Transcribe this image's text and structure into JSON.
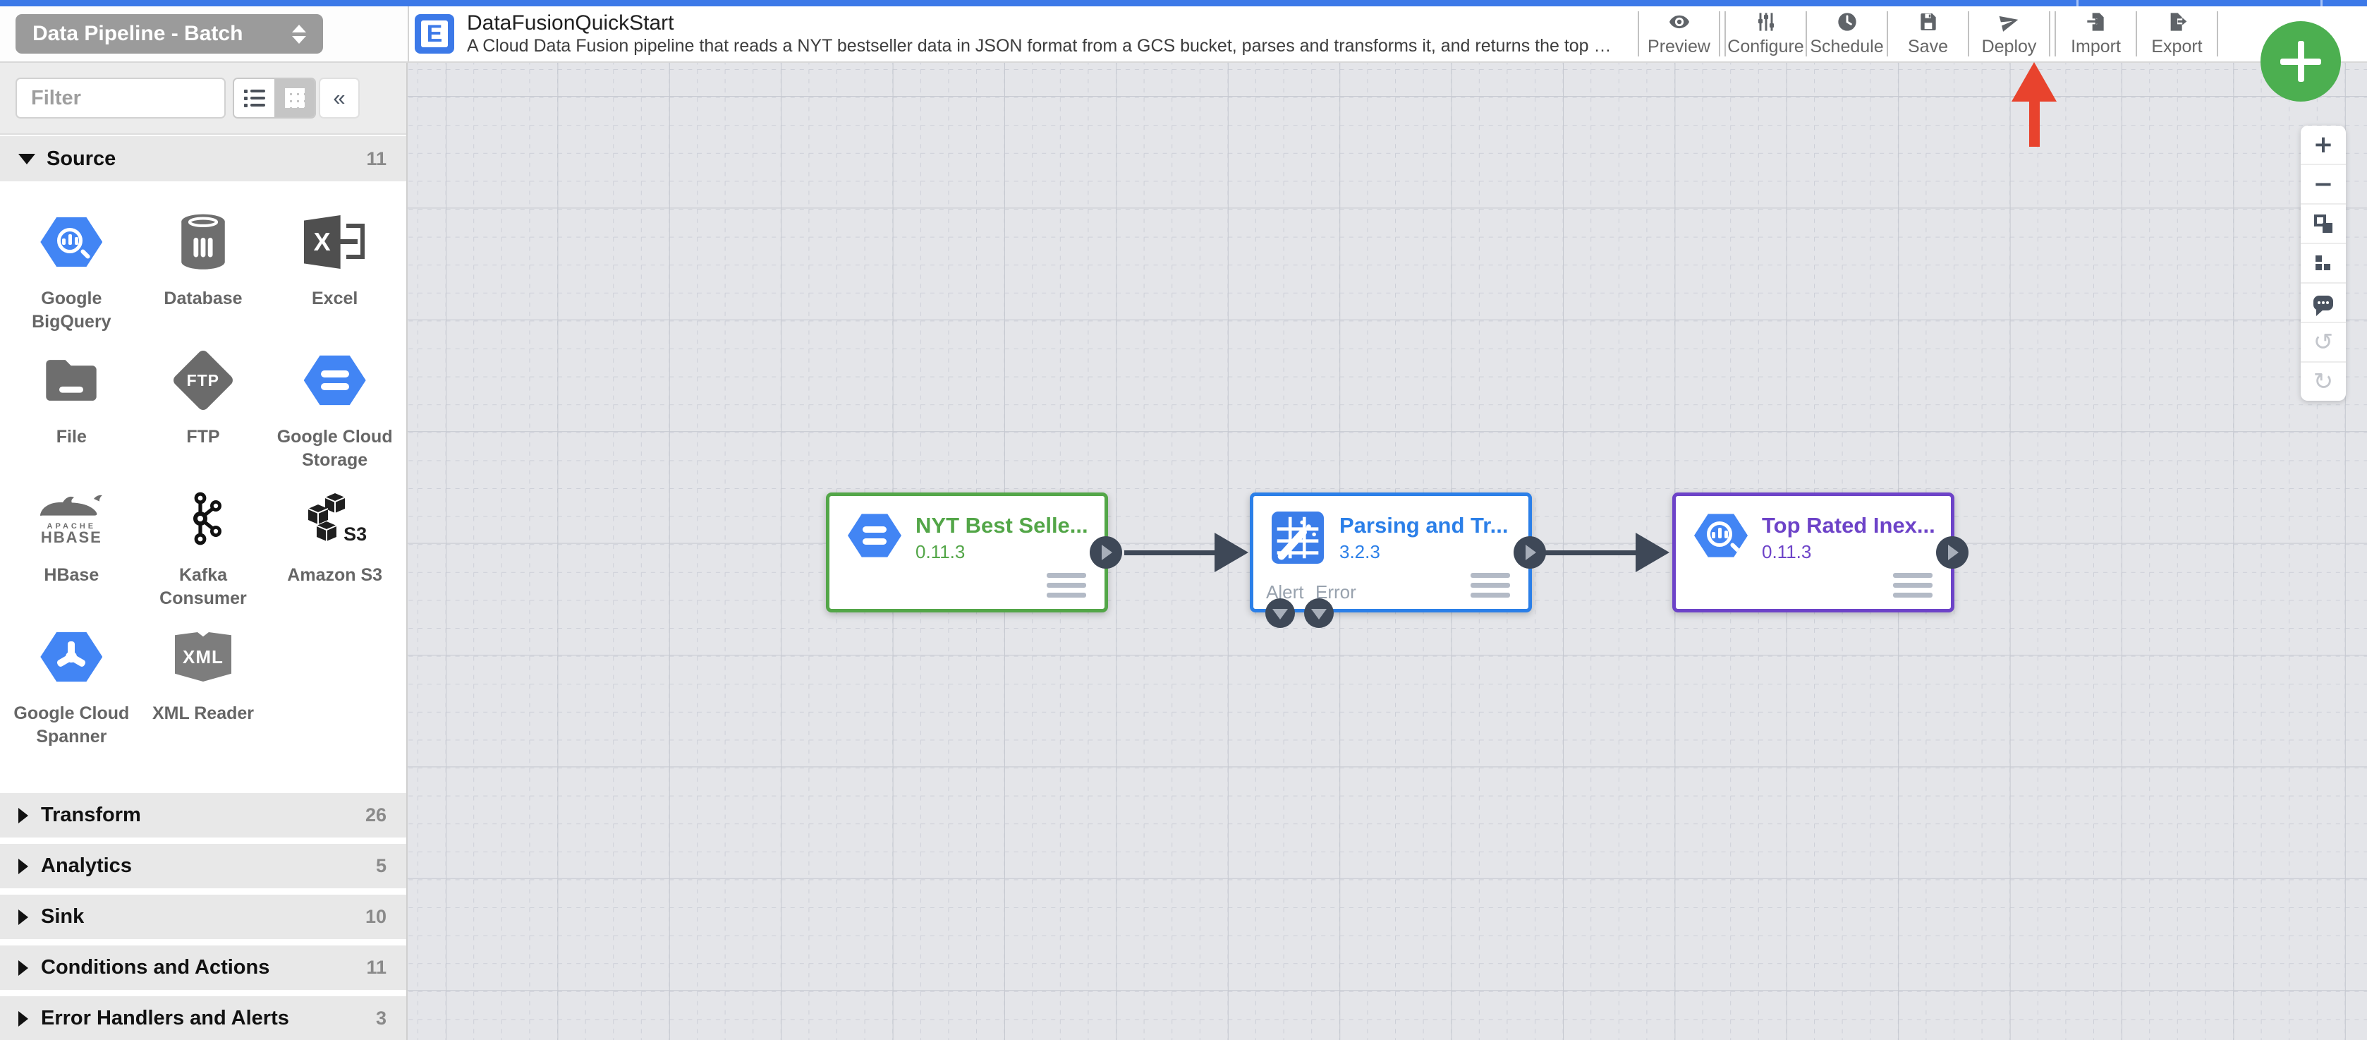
{
  "app": {
    "pipeline_type": "Data Pipeline - Batch",
    "title": "DataFusionQuickStart",
    "description": "A Cloud Data Fusion pipeline that reads a NYT bestseller data in JSON format from a GCS bucket, parses and transforms it, and returns the top rated book...",
    "accent_color": "#3c79e8"
  },
  "toolbar": {
    "buttons": [
      {
        "label": "Preview",
        "icon": "eye-icon"
      },
      {
        "label": "Configure",
        "icon": "sliders-icon"
      },
      {
        "label": "Schedule",
        "icon": "clock-icon"
      },
      {
        "label": "Save",
        "icon": "floppy-icon"
      },
      {
        "label": "Deploy",
        "icon": "paper-plane-icon"
      },
      {
        "label": "Import",
        "icon": "import-icon"
      },
      {
        "label": "Export",
        "icon": "export-icon"
      }
    ],
    "fab": {
      "icon": "plus-icon",
      "color": "#4caf50"
    }
  },
  "annotation": {
    "type": "red-arrow",
    "points_to": "Deploy",
    "color": "#e8432d"
  },
  "sidebar": {
    "filter": {
      "placeholder": "Filter"
    },
    "view_toggle": {
      "active": "grid"
    },
    "collapse_label": "«",
    "sections": [
      {
        "label": "Source",
        "count": "11",
        "expanded": true
      },
      {
        "label": "Transform",
        "count": "26",
        "expanded": false
      },
      {
        "label": "Analytics",
        "count": "5",
        "expanded": false
      },
      {
        "label": "Sink",
        "count": "10",
        "expanded": false
      },
      {
        "label": "Conditions and Actions",
        "count": "11",
        "expanded": false
      },
      {
        "label": "Error Handlers and Alerts",
        "count": "3",
        "expanded": false
      }
    ],
    "source_items": [
      {
        "label": "Google BigQuery",
        "icon": "bigquery-icon"
      },
      {
        "label": "Database",
        "icon": "database-icon"
      },
      {
        "label": "Excel",
        "icon": "excel-icon"
      },
      {
        "label": "File",
        "icon": "file-icon"
      },
      {
        "label": "FTP",
        "icon": "ftp-icon"
      },
      {
        "label": "Google Cloud Storage",
        "icon": "gcs-icon"
      },
      {
        "label": "HBase",
        "icon": "hbase-icon",
        "sub": "APACHE",
        "name_text": "HBASE"
      },
      {
        "label": "Kafka Consumer",
        "icon": "kafka-icon"
      },
      {
        "label": "Amazon S3",
        "icon": "s3-icon",
        "badge": "S3"
      },
      {
        "label": "Google Cloud Spanner",
        "icon": "spanner-icon"
      },
      {
        "label": "XML Reader",
        "icon": "xml-icon",
        "badge": "XML"
      }
    ],
    "ftp_badge": "FTP"
  },
  "canvas": {
    "nodes": [
      {
        "title": "NYT Best Selle...",
        "version": "0.11.3",
        "color": "#53a648",
        "icon": "gcs-icon"
      },
      {
        "title": "Parsing and Tr...",
        "version": "3.2.3",
        "color": "#2b7fe8",
        "icon": "wrangler-icon",
        "bottom_ports": [
          "Alert",
          "Error"
        ]
      },
      {
        "title": "Top Rated Inex...",
        "version": "0.11.3",
        "color": "#6d43c8",
        "icon": "bigquery-icon"
      }
    ]
  },
  "zoom_toolbar": {
    "buttons": [
      {
        "icon": "zoom-in-icon",
        "glyph": "+"
      },
      {
        "icon": "zoom-out-icon",
        "glyph": "−"
      },
      {
        "icon": "fit-screen-icon",
        "glyph": ""
      },
      {
        "icon": "auto-align-icon",
        "glyph": ""
      },
      {
        "icon": "comment-icon",
        "glyph": ""
      },
      {
        "icon": "undo-icon",
        "glyph": "↺",
        "disabled": true
      },
      {
        "icon": "redo-icon",
        "glyph": "↻",
        "disabled": true
      }
    ]
  }
}
